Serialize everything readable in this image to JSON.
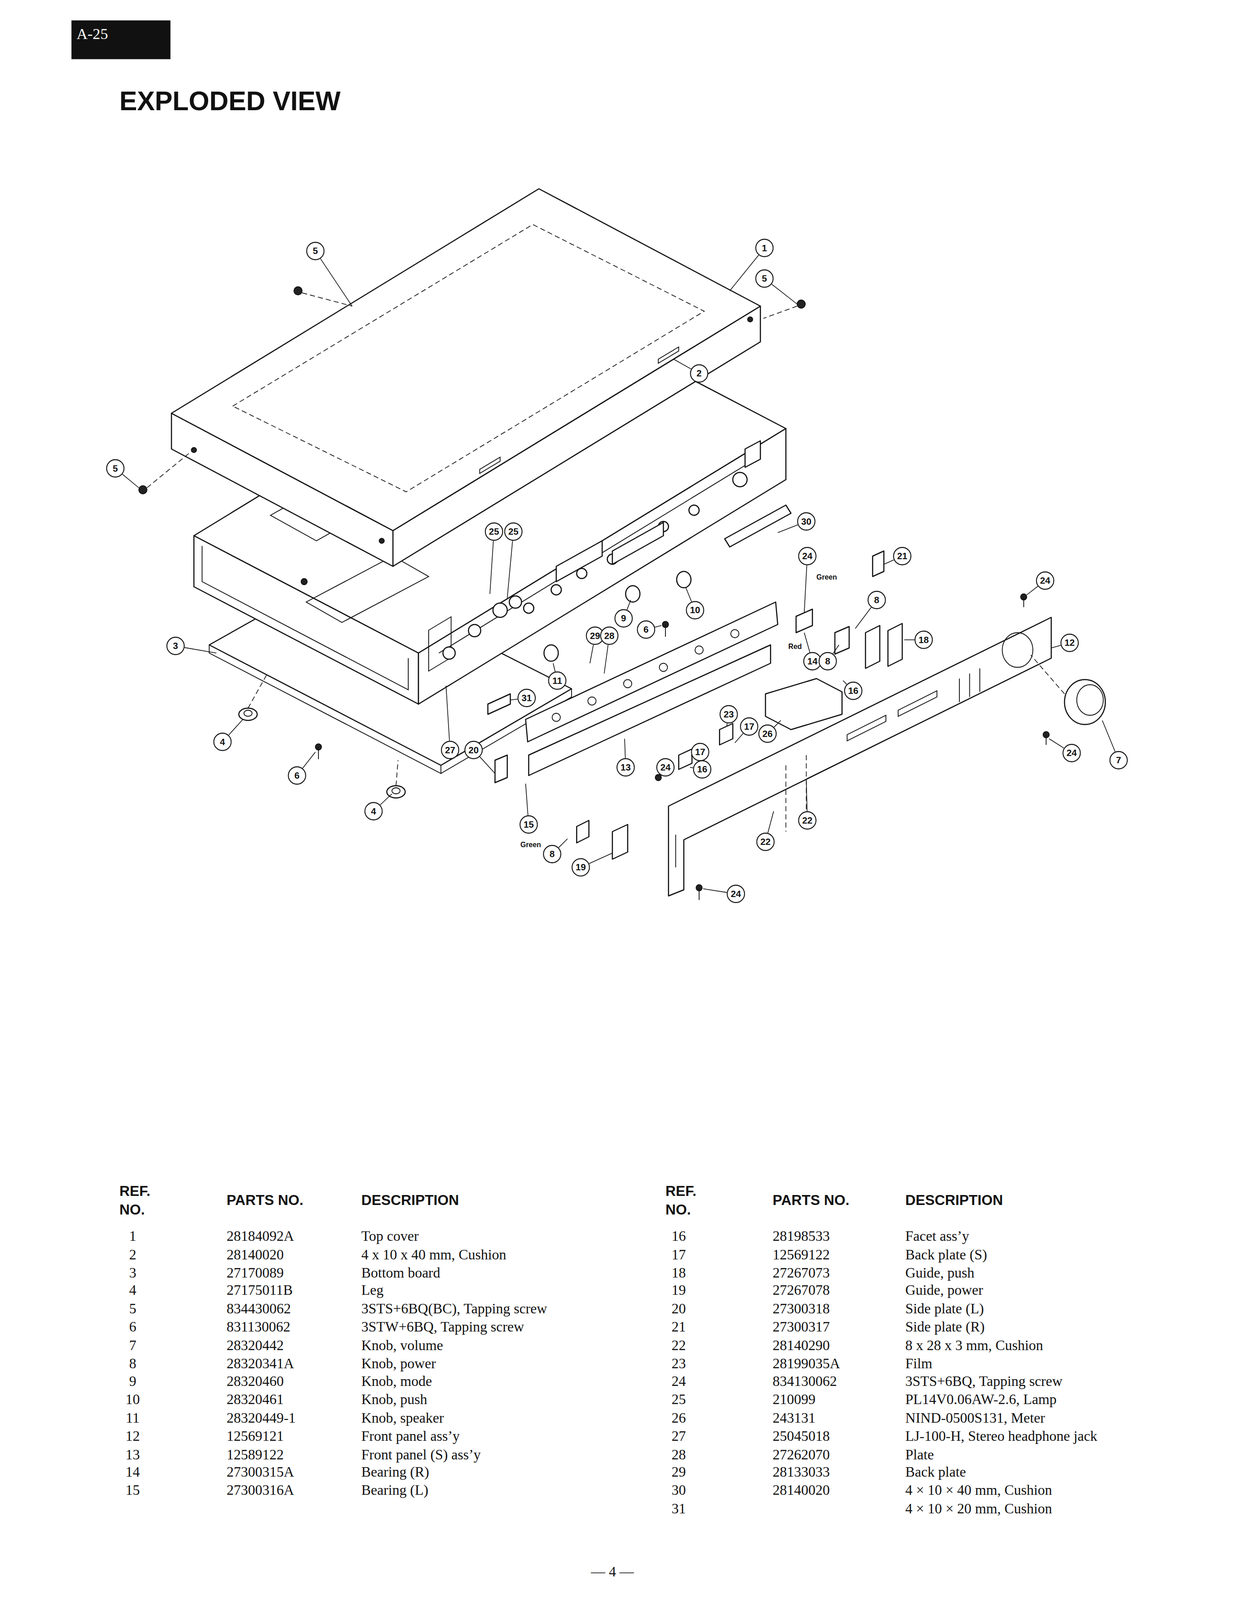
{
  "diagram": {
    "title": "EXPLODED VIEW",
    "nodes": [
      {
        "text": [
          "A-25"
        ]
      }
    ],
    "labels": [
      "5",
      "1",
      "5",
      "2",
      "5",
      "30",
      "25",
      "25",
      "24",
      "21",
      "Green",
      "24",
      "8",
      "10",
      "9",
      "6",
      "29",
      "28",
      "18",
      "12",
      "3",
      "Red",
      "14",
      "8",
      "11",
      "16",
      "31",
      "23",
      "17",
      "26",
      "4",
      "27",
      "20",
      "17",
      "24",
      "7",
      "24",
      "16",
      "13",
      "6",
      "4",
      "22",
      "15",
      "22",
      "Green",
      "8",
      "19",
      "24",
      "REF. NO.",
      "PARTS NO.",
      "DESCRIPTION",
      "REF. NO.",
      "PARTS NO.",
      "DESCRIPTION",
      "1",
      "28184092A",
      "Top cover",
      "2",
      "28140020",
      "4 x 10 x 40 mm, Cushion",
      "3",
      "27170089",
      "Bottom board",
      "4",
      "27175011B",
      "Leg",
      "5",
      "834430062",
      "3STS+6BQ(BC), Tapping screw",
      "6",
      "831130062",
      "3STW+6BQ, Tapping screw",
      "7",
      "28320442",
      "Knob, volume",
      "8",
      "28320341A",
      "Knob, power",
      "9",
      "28320460",
      "Knob, mode",
      "10",
      "28320461",
      "Knob, push",
      "11",
      "28320449-1",
      "Knob, speaker",
      "12",
      "12569121",
      "Front panel ass’y",
      "13",
      "12589122",
      "Front panel (S) ass’y",
      "14",
      "27300315A",
      "Bearing (R)",
      "15",
      "27300316A",
      "Bearing (L)",
      "16",
      "28198533",
      "Facet ass’y",
      "17",
      "12569122",
      "Back plate (S)",
      "18",
      "27267073",
      "Guide, push",
      "19",
      "27267078",
      "Guide, power",
      "20",
      "27300318",
      "Side plate (L)",
      "21",
      "27300317",
      "Side plate (R)",
      "22",
      "28140290",
      "8 x 28 x 3 mm, Cushion",
      "23",
      "28199035A",
      "Film",
      "24",
      "834130062",
      "3STS+6BQ, Tapping screw",
      "25",
      "210099",
      "PL14V0.06AW-2.6, Lamp",
      "26",
      "243131",
      "NIND-0500S131, Meter",
      "27",
      "25045018",
      "LJ-100-H, Stereo headphone jack",
      "28",
      "27262070",
      "Plate",
      "29",
      "28133033",
      "Back plate",
      "30",
      "28140020",
      "4 × 10 × 40 mm, Cushion",
      "31",
      "4 × 10 × 20 mm, Cushion",
      "— 4 —"
    ]
  }
}
